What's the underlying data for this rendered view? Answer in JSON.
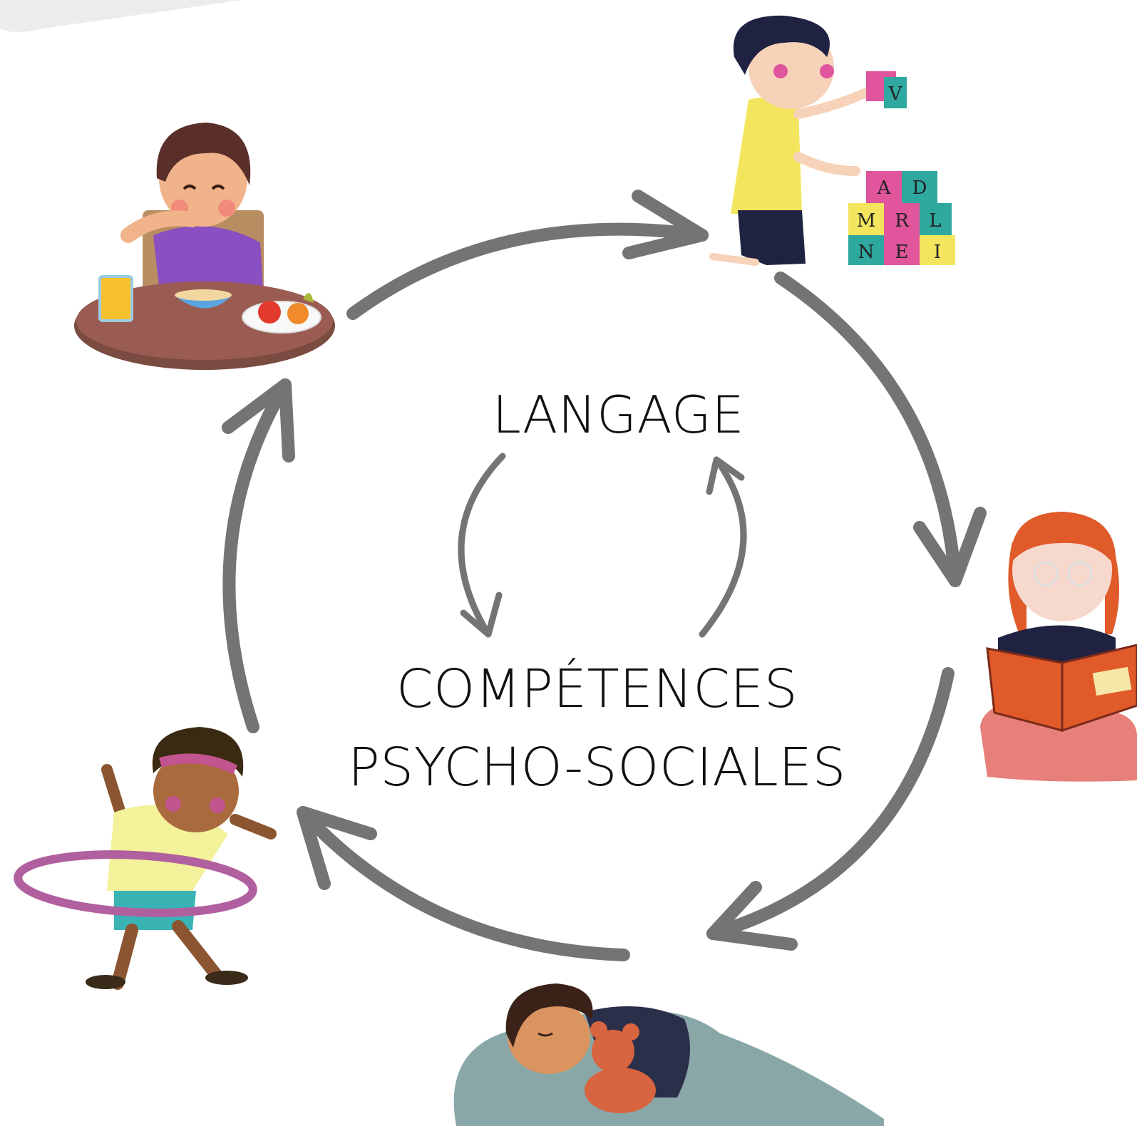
{
  "center": {
    "top_label": "LANGAGE",
    "bottom_label_line1": "COMPÉTENCES",
    "bottom_label_line2": "PSYCHO-SOCIALES"
  },
  "cycle_items": [
    {
      "id": "eating",
      "icon": "child-eating-breakfast-illustration"
    },
    {
      "id": "playing",
      "icon": "child-playing-letter-blocks-illustration"
    },
    {
      "id": "reading",
      "icon": "child-reading-book-illustration"
    },
    {
      "id": "sleeping",
      "icon": "child-sleeping-with-teddy-illustration"
    },
    {
      "id": "hula-hoop",
      "icon": "child-hula-hoop-illustration"
    }
  ],
  "block_letters": [
    "V",
    "A",
    "D",
    "M",
    "R",
    "L",
    "N",
    "E",
    "I"
  ],
  "colors": {
    "arrow": "#747474",
    "text": "#111111",
    "background": "#ffffff"
  }
}
